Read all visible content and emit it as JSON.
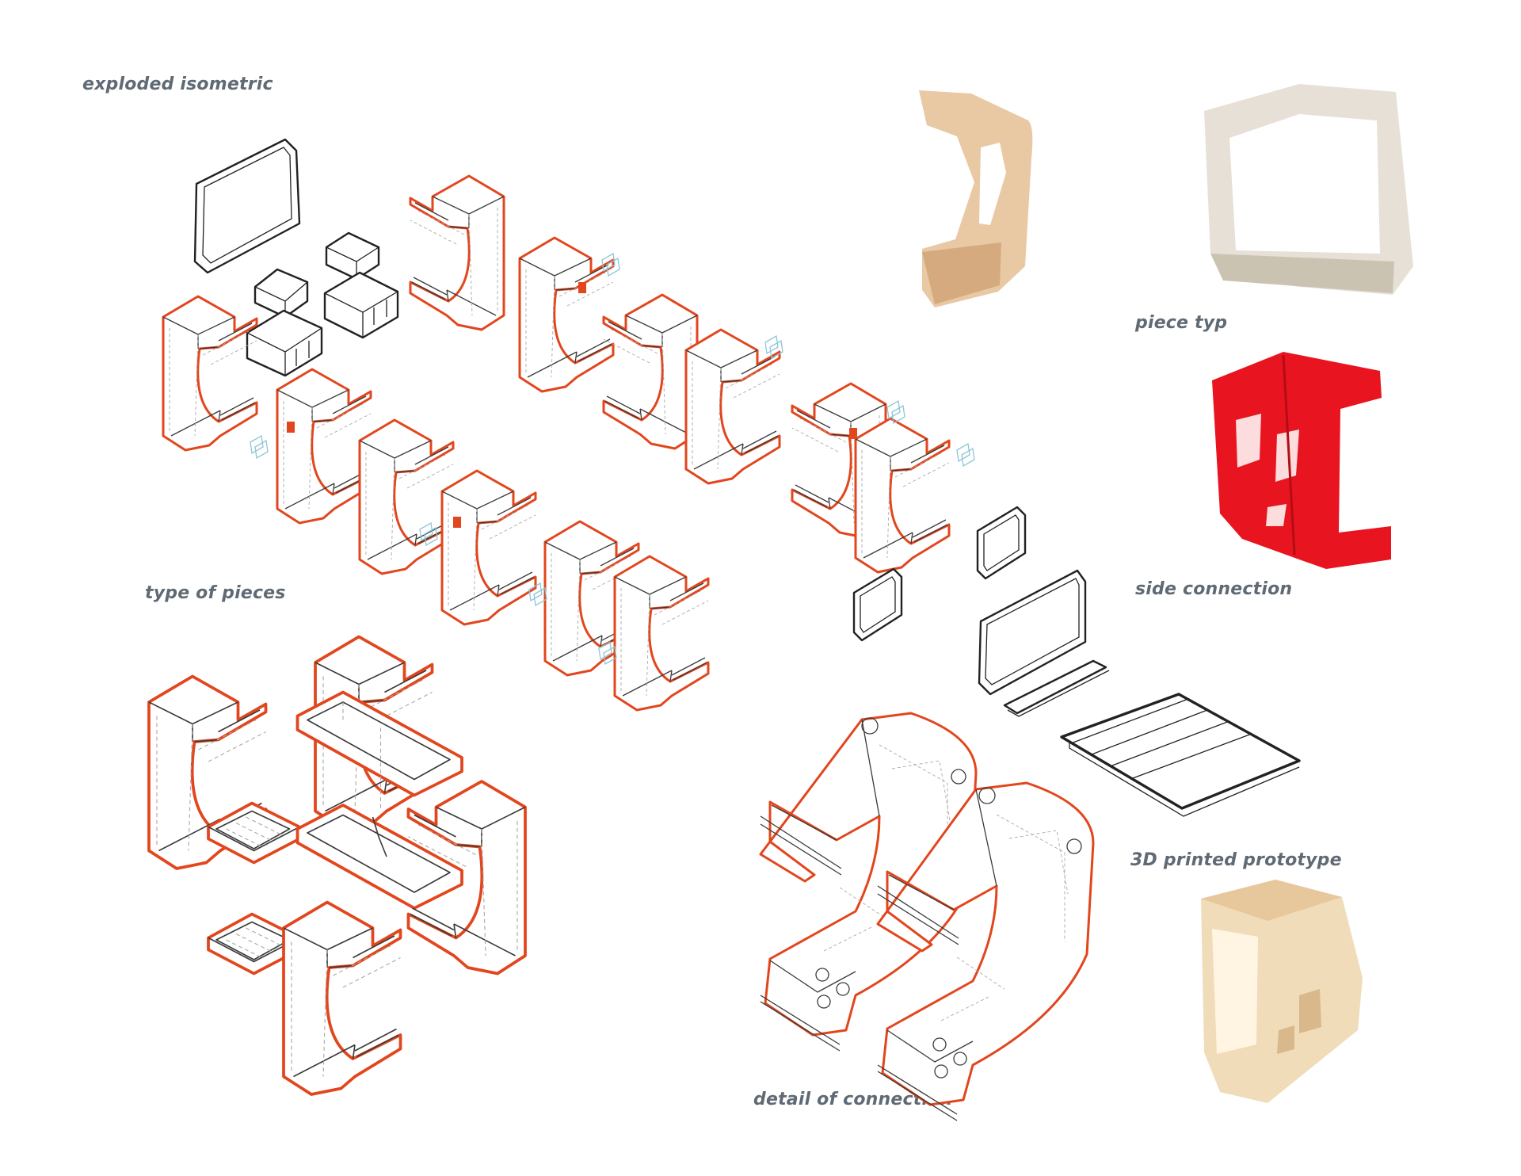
{
  "labels": {
    "exploded": "exploded isometric",
    "types": "type of pieces",
    "piece": "piece typ",
    "side": "side connection",
    "proto": "3D printed prototype",
    "detail": "detail of connection"
  },
  "colors": {
    "outline": "#e2461d",
    "line": "#3a3a3a",
    "label": "#5f6a74",
    "photo_beige": "#e8c9a4",
    "photo_white": "#efeae2",
    "photo_red": "#e8141f",
    "photo_cream": "#f0dcb8"
  }
}
